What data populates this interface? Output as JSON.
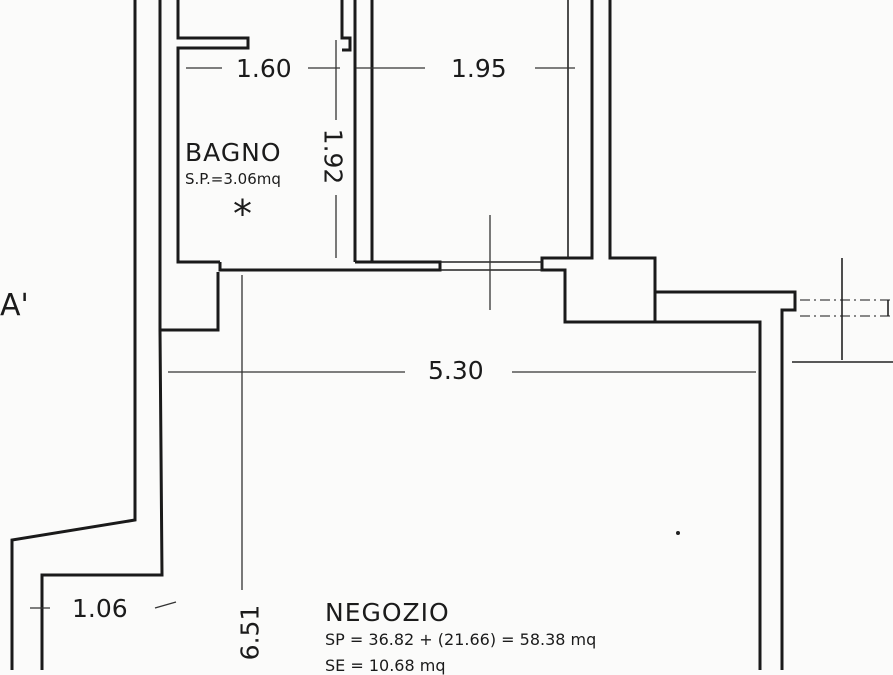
{
  "plan": {
    "rooms": {
      "bagno": {
        "name": "BAGNO",
        "area": "S.P.=3.06mq",
        "mark": "*"
      },
      "negozio": {
        "name": "NEGOZIO",
        "sp": "SP = 36.82 + (21.66) = 58.38 mq",
        "se": "SE = 10.68 mq"
      }
    },
    "dimensions": {
      "bagno_width": "1.60",
      "corridor_width": "1.95",
      "bagno_height": "1.92",
      "shop_width": "5.30",
      "step_width": "1.06",
      "shop_depth": "6.51"
    },
    "edge_label": "A'"
  }
}
